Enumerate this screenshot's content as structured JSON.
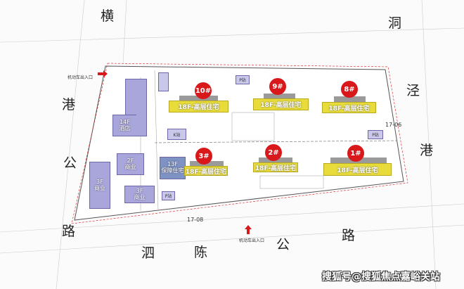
{
  "roads": {
    "north": [
      "横",
      "洞"
    ],
    "east": [
      "泾",
      "港"
    ],
    "west": [
      "港",
      "公",
      "路"
    ],
    "south": [
      "泗",
      "陈",
      "公",
      "路"
    ]
  },
  "plot_codes": [
    "17-06",
    "17-08"
  ],
  "entrances": [
    "机动车出入口",
    "机动车出入口"
  ],
  "residential": [
    {
      "id": "10#",
      "label": "18F-高层住宅"
    },
    {
      "id": "9#",
      "label": "18F-高层住宅"
    },
    {
      "id": "8#",
      "label": "18F-高层住宅"
    },
    {
      "id": "3#",
      "label": "18F-高层住宅"
    },
    {
      "id": "2#",
      "label": "18F-高层住宅"
    },
    {
      "id": "1#",
      "label": "18F-高层住宅"
    }
  ],
  "other_buildings": [
    {
      "floors": "14F",
      "use": "酒店"
    },
    {
      "floors": "2F",
      "use": "商业"
    },
    {
      "floors": "3F",
      "use": "商业"
    },
    {
      "floors": "3F",
      "use": "商业"
    },
    {
      "floors": "13F",
      "use": "保障住宅"
    }
  ],
  "facilities": [
    "K站",
    "P站",
    "P站",
    "P站"
  ],
  "watermark": "搜狐号@搜狐焦点嘉峪关站",
  "colors": {
    "residential": "#e8dc3a",
    "badge": "#d8181b",
    "commercial": "#a9a6dc",
    "arrow": "#d8181b"
  }
}
